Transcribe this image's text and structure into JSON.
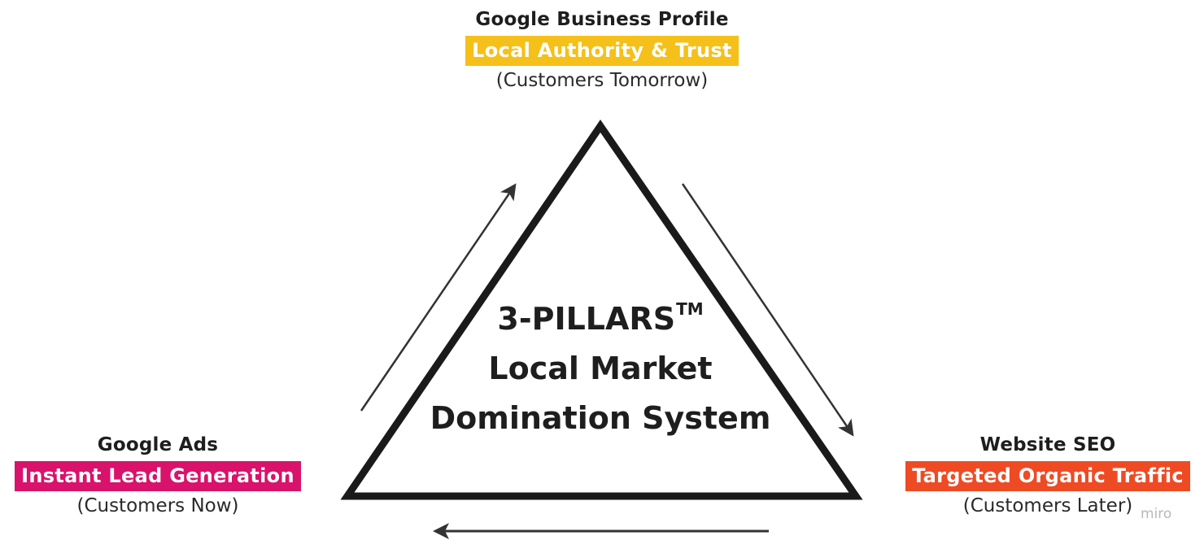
{
  "diagram": {
    "center": {
      "line1": "3-PILLARS",
      "trademark": "TM",
      "line2": "Local Market",
      "line3": "Domination System"
    },
    "pillars": {
      "top": {
        "title": "Google Business Profile",
        "tag": "Local Authority & Trust",
        "subtitle": "(Customers Tomorrow)",
        "color": "#f5c019"
      },
      "left": {
        "title": "Google Ads",
        "tag": "Instant Lead Generation",
        "subtitle": "(Customers Now)",
        "color": "#d9126b"
      },
      "right": {
        "title": "Website SEO",
        "tag": "Targeted Organic Traffic",
        "subtitle": "(Customers Later)",
        "color": "#ee4b25"
      }
    },
    "arrows": [
      {
        "from": "left",
        "to": "top",
        "label": "arrow-left-to-top"
      },
      {
        "from": "top",
        "to": "right",
        "label": "arrow-top-to-right"
      },
      {
        "from": "right",
        "to": "left",
        "label": "arrow-right-to-left"
      }
    ],
    "watermark": "miro"
  }
}
